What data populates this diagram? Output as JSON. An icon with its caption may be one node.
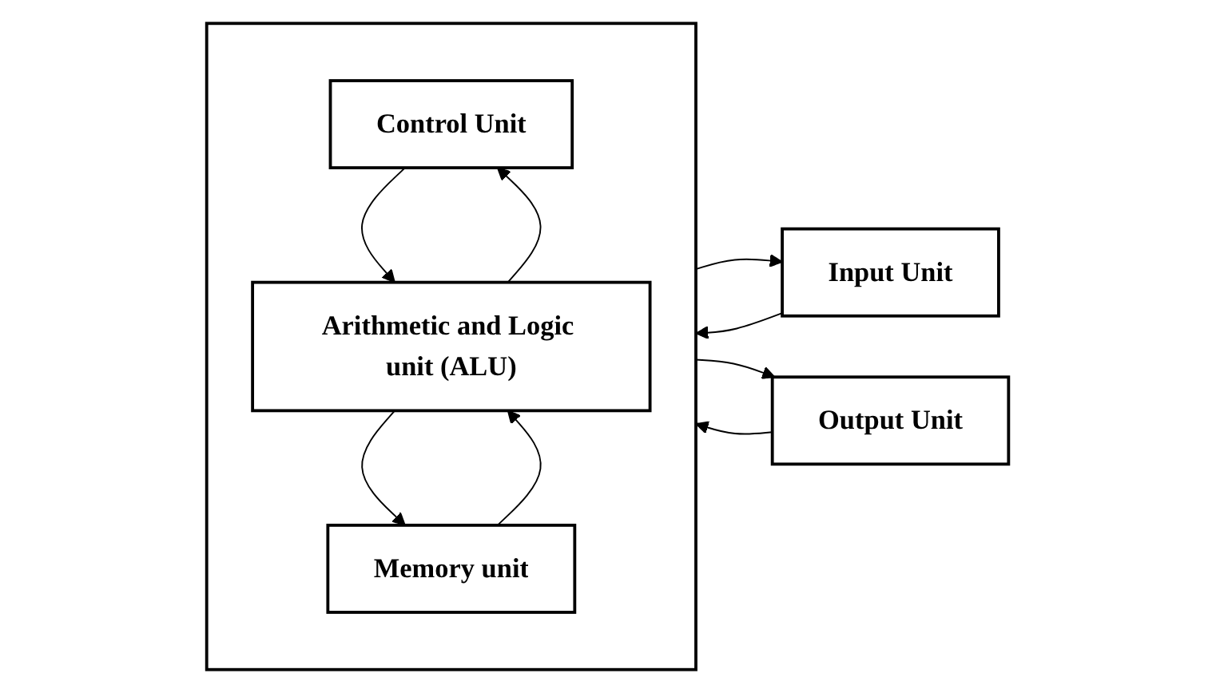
{
  "diagram": {
    "nodes": [
      {
        "text": [
          "Input Unit"
        ]
      },
      {
        "text": [],
        "shape": "box"
      },
      {
        "text": [
          "Control Unit"
        ],
        "in": 1
      },
      {
        "text": [
          "Arithmetic and Logic unit (ALU)"
        ],
        "in": 1
      },
      {
        "text": [
          "Memory unit"
        ],
        "in": 1
      },
      {
        "text": [
          "Output Unit"
        ]
      }
    ],
    "edges": [
      {
        "from": 0,
        "to": 1,
        "arrow": "to"
      },
      {
        "from": 1,
        "to": 0,
        "arrow": "to"
      },
      {
        "from": 3,
        "to": 2,
        "arrow": "to"
      },
      {
        "from": 2,
        "to": 3,
        "arrow": "to"
      },
      {
        "from": 4,
        "to": 3,
        "arrow": "to"
      },
      {
        "from": 3,
        "to": 4,
        "arrow": "to"
      },
      {
        "from": 1,
        "to": 5,
        "arrow": "to"
      },
      {
        "from": 5,
        "to": 1,
        "arrow": "to"
      }
    ]
  }
}
